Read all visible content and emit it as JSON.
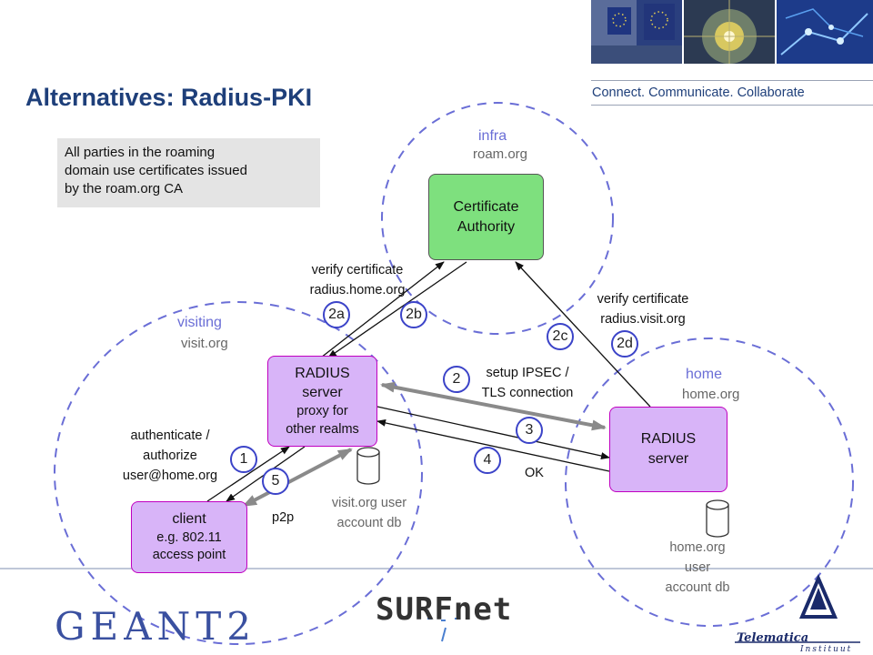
{
  "header": {
    "title": "Alternatives: Radius-PKI",
    "tagline": "Connect. Communicate. Collaborate"
  },
  "note": {
    "lines": [
      "All parties in the roaming",
      "domain use certificates issued",
      "by the roam.org CA"
    ]
  },
  "zones": {
    "infra": {
      "label": "infra",
      "domain": "roam.org"
    },
    "visiting": {
      "label": "visiting",
      "domain": "visit.org"
    },
    "home": {
      "label": "home",
      "domain": "home.org"
    }
  },
  "nodes": {
    "ca": {
      "line1": "Certificate",
      "line2": "Authority"
    },
    "radius_visit": {
      "line1": "RADIUS",
      "line2": "server",
      "line3": "proxy  for",
      "line4": "other realms"
    },
    "radius_home": {
      "line1": "RADIUS",
      "line2": "server"
    },
    "client": {
      "line1": "client",
      "line2": "e.g. 802.11",
      "line3": "access point"
    }
  },
  "databases": {
    "visit": {
      "line1": "visit.org user",
      "line2": "account db"
    },
    "home": {
      "line1": "home.org",
      "line2": "user",
      "line3": "account db"
    }
  },
  "labels": {
    "verify_home": {
      "line1": "verify certificate",
      "line2": "radius.home.org"
    },
    "verify_visit": {
      "line1": "verify certificate",
      "line2": "radius.visit.org"
    },
    "ipsec": {
      "line1": "setup IPSEC /",
      "line2": "TLS connection"
    },
    "auth": {
      "line1": "authenticate /",
      "line2": "authorize",
      "line3": "user@home.org"
    },
    "ok": "OK",
    "p2p": "p2p"
  },
  "steps": [
    "1",
    "2",
    "2a",
    "2b",
    "2c",
    "2d",
    "3",
    "4",
    "5"
  ],
  "logos": {
    "geant": "GEANT2",
    "surfnet": "SURFnet",
    "telematica": "Telematica",
    "instituut": "Instituut"
  },
  "colors": {
    "title": "#1e3f7a",
    "dashed_zone": "#6a6ed6",
    "ca_fill": "#7ee07e",
    "server_fill": "#d8b4f8",
    "server_border": "#c000c0",
    "badge_border": "#3b43c8",
    "note_bg": "#e4e4e4"
  }
}
